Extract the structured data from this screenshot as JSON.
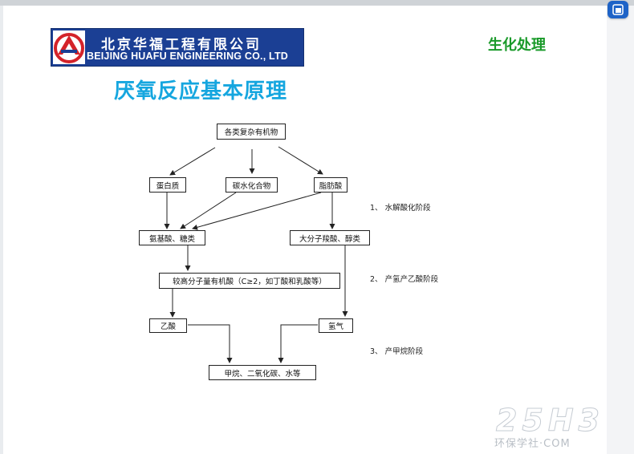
{
  "header": {
    "company_cn": "北京华福工程有限公司",
    "company_en": "BEIJING HUAFU ENGINEERING CO., LTD",
    "section_tag": "生化处理"
  },
  "slide_title": "厌氧反应基本原理",
  "diagram": {
    "top": "各类复杂有机物",
    "protein": "蛋白质",
    "carbohydrate": "碳水化合物",
    "fatty_acid": "脂肪酸",
    "amino_sugar": "氨基酸、糖类",
    "large_acid": "大分子羧酸、醇类",
    "higher_acid": "较高分子量有机酸（C≥2，如丁酸和乳酸等）",
    "acetic": "乙酸",
    "hydrogen": "氢气",
    "final": "甲烷、二氧化碳、水等"
  },
  "stages": {
    "s1": "1、 水解酸化阶段",
    "s2": "2、 产氢产乙酸阶段",
    "s3": "3、 产甲烷阶段"
  },
  "watermark": {
    "brand": "25H3",
    "site": "环保学社·COM"
  },
  "colors": {
    "logo_bg": "#1b3f94",
    "section_tag": "#1a9a2a",
    "title": "#15a6df"
  }
}
